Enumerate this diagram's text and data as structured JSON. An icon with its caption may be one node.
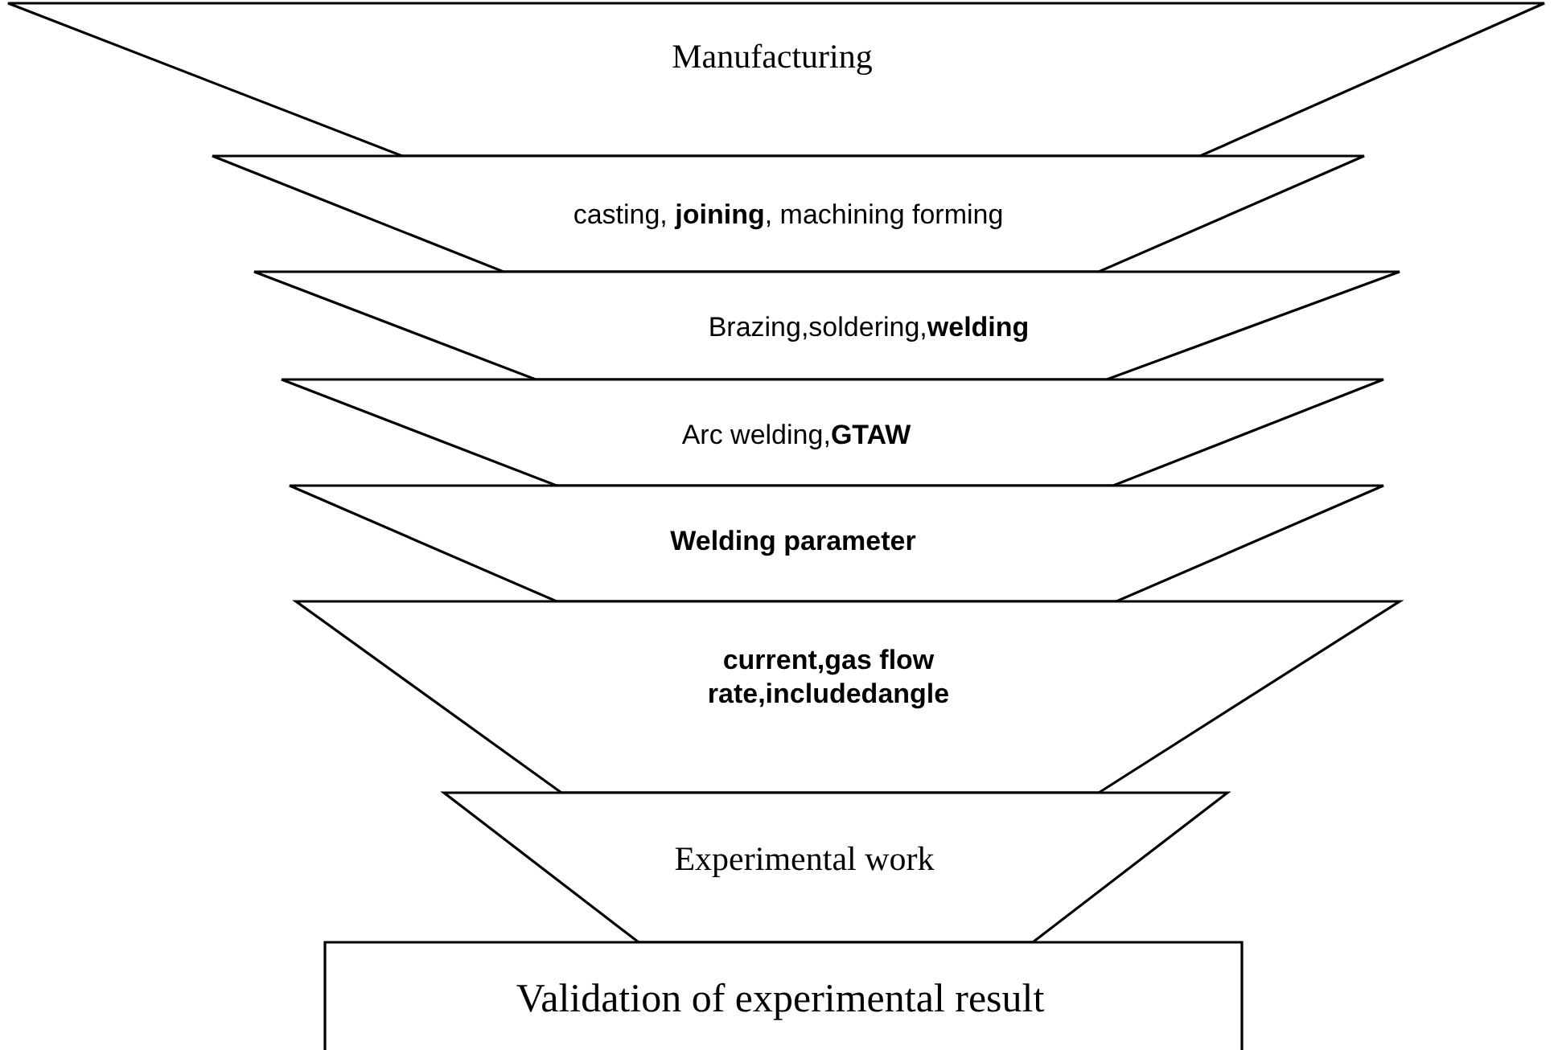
{
  "diagram": {
    "nodes": [
      {
        "text": [
          "Manufacturing"
        ]
      },
      {
        "text": [
          "casting, **joining**, machining forming"
        ]
      },
      {
        "text": [
          "Brazing,soldering,**welding**"
        ]
      },
      {
        "text": [
          "Arc welding,**GTAW**"
        ]
      },
      {
        "text": [
          "Welding parameter"
        ]
      },
      {
        "text": [
          "current,gas flow rate,includedangle"
        ]
      },
      {
        "text": [
          "Experimental work"
        ]
      },
      {
        "text": [
          "Validation of experimental result"
        ]
      }
    ]
  }
}
